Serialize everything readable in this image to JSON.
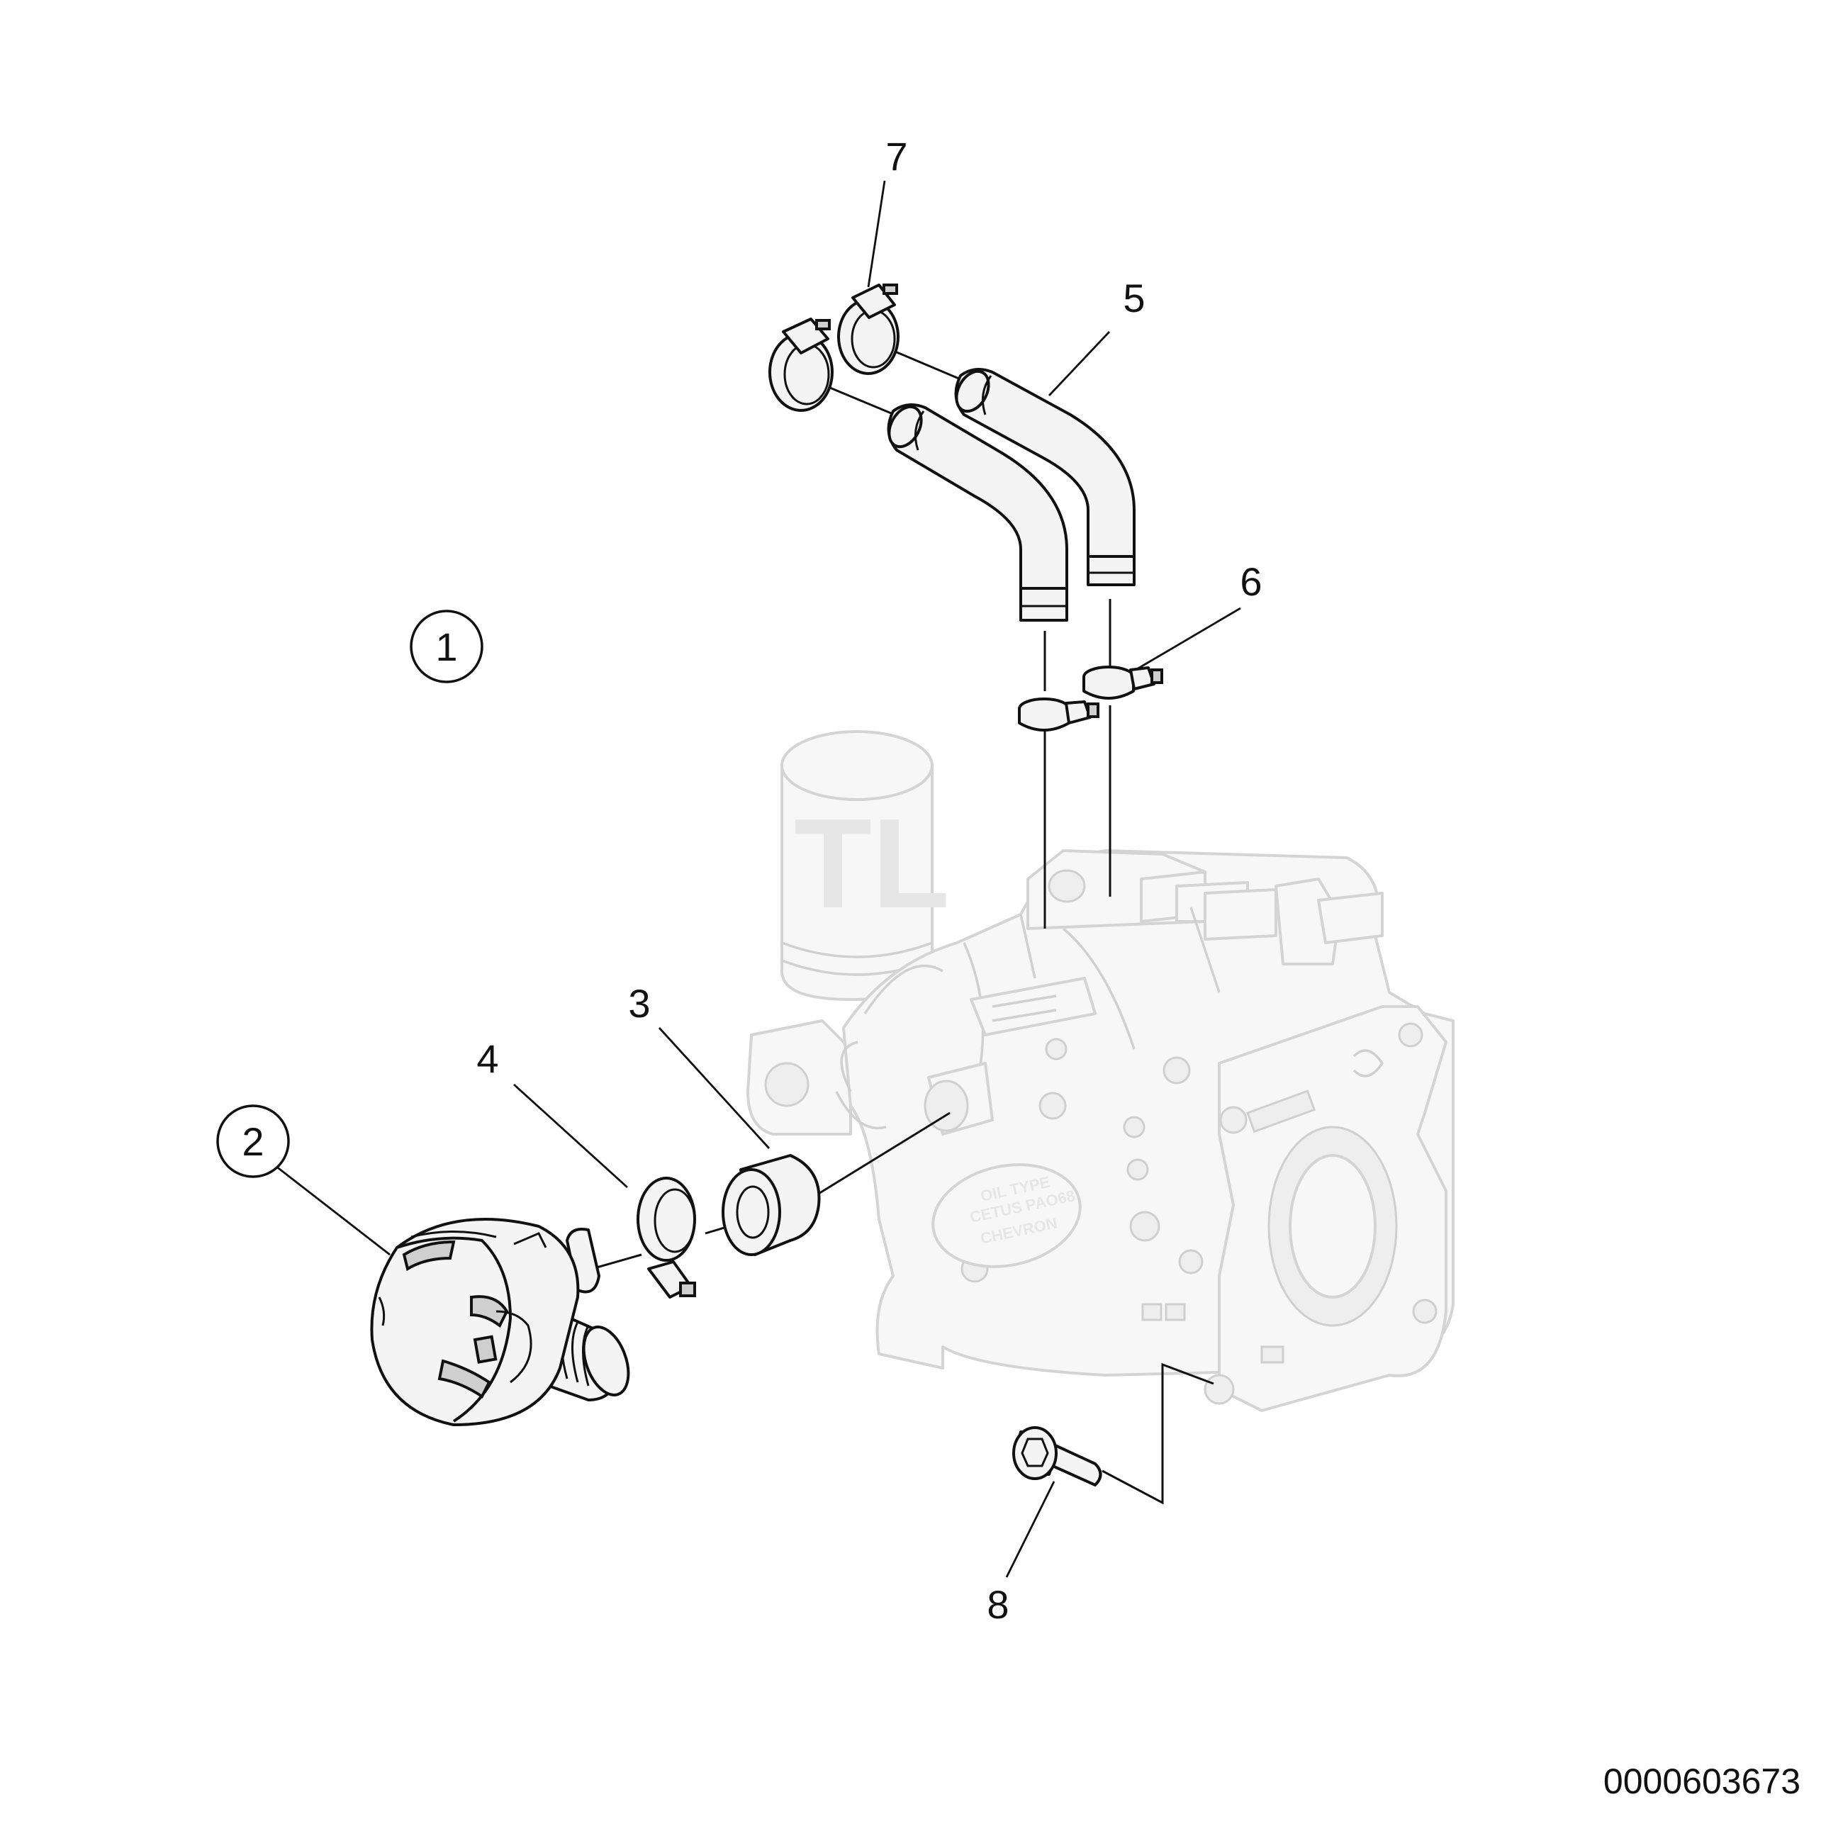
{
  "callouts": {
    "c1": "1",
    "c2": "2",
    "c3": "3",
    "c4": "4",
    "c5": "5",
    "c6": "6",
    "c7": "7",
    "c8": "8"
  },
  "plate": {
    "line1": "OIL TYPE",
    "line2": "CETUS PAO68",
    "line3": "CHEVRON"
  },
  "reference_number": "0000603673"
}
